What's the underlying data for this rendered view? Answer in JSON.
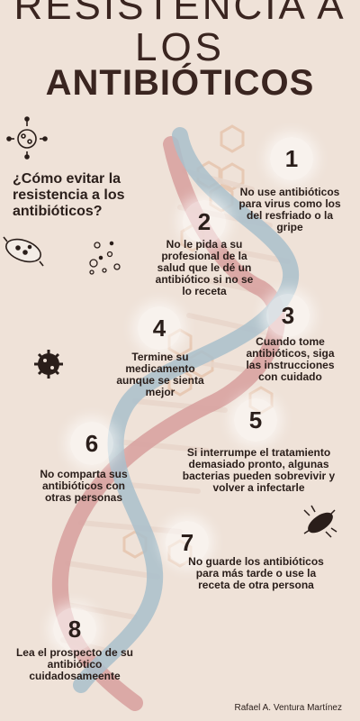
{
  "title": {
    "line1": "RESISTENCIA A",
    "line2": "LOS",
    "line3": "ANTIBIÓTICOS"
  },
  "question": "¿Cómo evitar la resistencia a los antibióticos?",
  "steps": [
    {
      "number": "1",
      "text": "No use antibióticos para virus como los del resfriado o la gripe"
    },
    {
      "number": "2",
      "text": "No le pida a su profesional de la salud que le dé un antibiótico si no se lo receta"
    },
    {
      "number": "3",
      "text": "Cuando tome antibióticos, siga las instrucciones con cuidado"
    },
    {
      "number": "4",
      "text": "Termine su medicamento aunque se sienta mejor"
    },
    {
      "number": "5",
      "text": "Si interrumpe el tratamiento demasiado pronto, algunas bacterias pueden sobrevivir y volver a infectarle"
    },
    {
      "number": "6",
      "text": "No comparta sus antibióticos con otras personas"
    },
    {
      "number": "7",
      "text": "No guarde los antibióticos para más tarde o use la receta de otra persona"
    },
    {
      "number": "8",
      "text": "Lea el prospecto de su antibiótico cuidadosameente"
    }
  ],
  "author": "Rafael A. Ventura Martínez",
  "colors": {
    "background": "#efe2d8",
    "strand_pink": "#d8a3a1",
    "strand_blue": "#a9bfcb",
    "text": "#2a1e1a"
  },
  "icons": [
    "virus-icon",
    "bacteria-icon",
    "germs-cluster-icon",
    "hexagon-molecule-icon"
  ]
}
